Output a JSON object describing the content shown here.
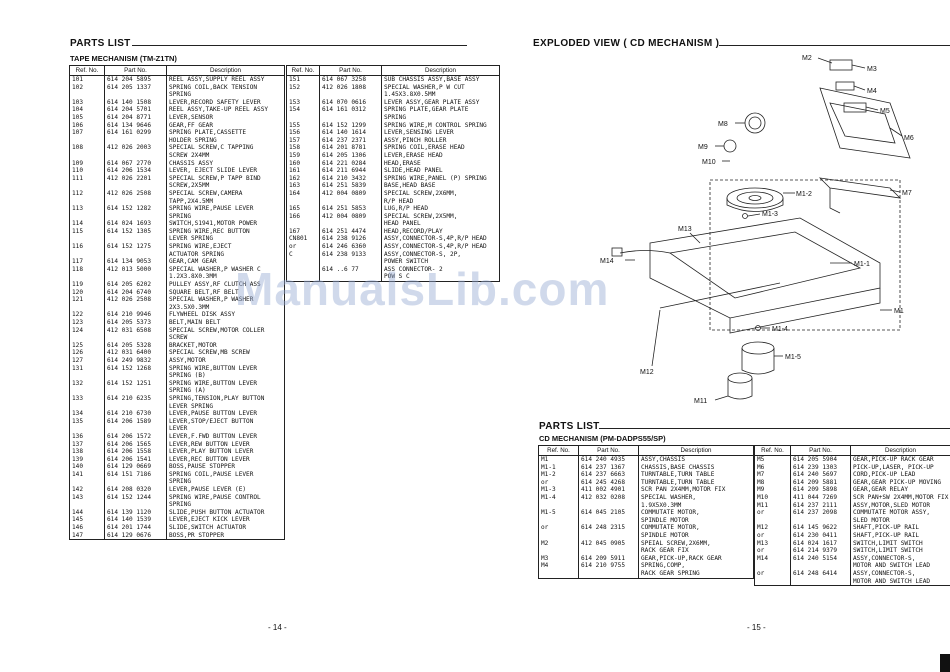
{
  "left_page": {
    "title": "PARTS LIST",
    "subtitle": "TAPE MECHANISM (TM-Z1TN)",
    "headers": [
      "Ref. No.",
      "Part No.",
      "Description"
    ],
    "col1": [
      [
        "101",
        "614 204 5895",
        "REEL ASSY,SUPPLY REEL ASSY"
      ],
      [
        "102",
        "614 205 1337",
        "SPRING COIL,BACK TENSION"
      ],
      [
        "",
        "",
        "SPRING"
      ],
      [
        "103",
        "614 140 1508",
        "LEVER,RECORD SAFETY LEVER"
      ],
      [
        "104",
        "614 204 5701",
        "REEL ASSY,TAKE-UP REEL ASSY"
      ],
      [
        "105",
        "614 204 8771",
        "LEVER,SENSOR"
      ],
      [
        "106",
        "614 134 9646",
        "GEAR,FF GEAR"
      ],
      [
        "107",
        "614 161 0299",
        "SPRING PLATE,CASSETTE"
      ],
      [
        "",
        "",
        "HOLDER SPRING"
      ],
      [
        "108",
        "412 026 2003",
        "SPECIAL SCREW,C TAPPING"
      ],
      [
        "",
        "",
        "SCREW 2X4MM"
      ],
      [
        "109",
        "614 067 2770",
        "CHASSIS ASSY"
      ],
      [
        "110",
        "614 206 1534",
        "LEVER, EJECT SLIDE LEVER"
      ],
      [
        "111",
        "412 026 2201",
        "SPECIAL SCREW,P TAPP BIND"
      ],
      [
        "",
        "",
        "SCREW,2X5MM"
      ],
      [
        "112",
        "412 026 2508",
        "SPECIAL SCREW,CAMERA"
      ],
      [
        "",
        "",
        "TAPP,2X4.5MM"
      ],
      [
        "113",
        "614 152 1282",
        "SPRING WIRE,PAUSE LEVER"
      ],
      [
        "",
        "",
        "SPRING"
      ],
      [
        "114",
        "614 024 1693",
        "SWITCH,S1941,MOTOR POWER"
      ],
      [
        "115",
        "614 152 1305",
        "SPRING WIRE,REC BUTTON"
      ],
      [
        "",
        "",
        "LEVER SPRING"
      ],
      [
        "116",
        "614 152 1275",
        "SPRING WIRE,EJECT"
      ],
      [
        "",
        "",
        "ACTUATOR SPRING"
      ],
      [
        "117",
        "614 134 9053",
        "GEAR,CAM GEAR"
      ],
      [
        "118",
        "412 013 5000",
        "SPECIAL WASHER,P WASHER C"
      ],
      [
        "",
        "",
        "1.2X3.8X0.3MM"
      ],
      [
        "119",
        "614 205 6202",
        "PULLEY ASSY,RF CLUTCH ASS"
      ],
      [
        "120",
        "614 204 6740",
        "SQUARE BELT,RF BELT"
      ],
      [
        "121",
        "412 026 2508",
        "SPECIAL WASHER,P WASHER"
      ],
      [
        "",
        "",
        "2X3.5X0.3MM"
      ],
      [
        "122",
        "614 210 9946",
        "FLYWHEEL DISK ASSY"
      ],
      [
        "123",
        "614 205 5373",
        "BELT,MAIN BELT"
      ],
      [
        "124",
        "412 031 6508",
        "SPECIAL SCREW,MOTOR COLLER"
      ],
      [
        "",
        "",
        "SCREW"
      ],
      [
        "125",
        "614 205 5328",
        "BRACKET,MOTOR"
      ],
      [
        "126",
        "412 031 6400",
        "SPECIAL SCREW,MB SCREW"
      ],
      [
        "127",
        "614 249 9832",
        "ASSY,MOTOR"
      ],
      [
        "131",
        "614 152 1268",
        "SPRING WIRE,BUTTON LEVER"
      ],
      [
        "",
        "",
        "SPRING (B)"
      ],
      [
        "132",
        "614 152 1251",
        "SPRING WIRE,BUTTON LEVER"
      ],
      [
        "",
        "",
        "SPRING (A)"
      ],
      [
        "133",
        "614 210 6235",
        "SPRING,TENSION,PLAY BUTTON"
      ],
      [
        "",
        "",
        "LEVER SPRING"
      ],
      [
        "134",
        "614 210 6730",
        "LEVER,PAUSE BUTTON LEVER"
      ],
      [
        "135",
        "614 206 1589",
        "LEVER,STOP/EJECT BUTTON"
      ],
      [
        "",
        "",
        "LEVER"
      ],
      [
        "136",
        "614 206 1572",
        "LEVER,F.FWD BUTTON LEVER"
      ],
      [
        "137",
        "614 206 1565",
        "LEVER,REW BUTTON LEVER"
      ],
      [
        "138",
        "614 206 1558",
        "LEVER,PLAY BUTTON LEVER"
      ],
      [
        "139",
        "614 206 1541",
        "LEVER,REC BUTTON LEVER"
      ],
      [
        "140",
        "614 129 0669",
        "BOSS,PAUSE STOPPER"
      ],
      [
        "141",
        "614 151 7186",
        "SPRING COIL,PAUSE LEVER"
      ],
      [
        "",
        "",
        "SPRING"
      ],
      [
        "142",
        "614 208 0320",
        "LEVER,PAUSE LEVER (E)"
      ],
      [
        "143",
        "614 152 1244",
        "SPRING WIRE,PAUSE CONTROL"
      ],
      [
        "",
        "",
        "SPRING"
      ],
      [
        "144",
        "614 139 1120",
        "SLIDE,PUSH BUTTON ACTUATOR"
      ],
      [
        "145",
        "614 140 1539",
        "LEVER,EJECT KICK LEVER"
      ],
      [
        "146",
        "614 201 1744",
        "SLIDE,SWITCH ACTUATOR"
      ],
      [
        "147",
        "614 129 0676",
        "BOSS,PR STOPPER"
      ]
    ],
    "col2": [
      [
        "151",
        "614 067 3258",
        "SUB CHASSIS ASSY,BASE ASSY"
      ],
      [
        "152",
        "412 026 1808",
        "SPECIAL WASHER,P W CUT"
      ],
      [
        "",
        "",
        "1.45X3.8X0.5MM"
      ],
      [
        "153",
        "614 070 0616",
        "LEVER ASSY,GEAR PLATE ASSY"
      ],
      [
        "154",
        "614 161 0312",
        "SPRING PLATE,GEAR PLATE"
      ],
      [
        "",
        "",
        "SPRING"
      ],
      [
        "155",
        "614 152 1299",
        "SPRING WIRE,M CONTROL SPRING"
      ],
      [
        "156",
        "614 140 1614",
        "LEVER,SENSING LEVER"
      ],
      [
        "157",
        "614 237 2371",
        "ASSY,PINCH ROLLER"
      ],
      [
        "158",
        "614 201 8781",
        "SPRING COIL,ERASE HEAD"
      ],
      [
        "159",
        "614 205 1306",
        "LEVER,ERASE HEAD"
      ],
      [
        "160",
        "614 221 0284",
        "HEAD,ERASE"
      ],
      [
        "161",
        "614 211 6944",
        "SLIDE,HEAD PANEL"
      ],
      [
        "162",
        "614 210 3432",
        "SPRING WIRE,PANEL (P) SPRING"
      ],
      [
        "163",
        "614 251 5839",
        "BASE,HEAD BASE"
      ],
      [
        "164",
        "412 004 0809",
        "SPECIAL SCREW,2X6MM,"
      ],
      [
        "",
        "",
        "R/P HEAD"
      ],
      [
        "165",
        "614 251 5853",
        "LUG,R/P HEAD"
      ],
      [
        "166",
        "412 004 0809",
        "SPECIAL SCREW,2X5MM,"
      ],
      [
        "",
        "",
        "HEAD PANEL"
      ],
      [
        "167",
        "614 251 4474",
        "HEAD,RECORD/PLAY"
      ],
      [
        "CN801",
        "614 238 9126",
        "ASSY,CONNECTOR-S,4P,R/P HEAD"
      ],
      [
        "or",
        "614 246 6360",
        "ASSY,CONNECTOR-S,4P,R/P HEAD"
      ],
      [
        "C",
        "614 238 9133",
        "ASSY,CONNECTOR-S, 2P,"
      ],
      [
        "",
        "",
        "POWER SWITCH"
      ],
      [
        "",
        "614 ..6 77",
        "ASS CONNECTOR- 2"
      ],
      [
        "",
        "",
        "POW  S  C"
      ]
    ],
    "page_number": "- 14 -"
  },
  "right_page": {
    "title": "EXPLODED VIEW ( CD MECHANISM )",
    "parts_title": "PARTS LIST",
    "subtitle": "CD MECHANISM (PM-DADPS55/SP)",
    "headers": [
      "Ref. No.",
      "Part No.",
      "Description"
    ],
    "col1": [
      [
        "M1",
        "614 240 4935",
        "ASSY,CHASSIS"
      ],
      [
        "M1-1",
        "614 237 1367",
        "CHASSIS,BASE CHASSIS"
      ],
      [
        "M1-2",
        "614 237 6663",
        "TURNTABLE,TURN TABLE"
      ],
      [
        "or",
        "614 245 4268",
        "TURNTABLE,TURN TABLE"
      ],
      [
        "M1-3",
        "411 002 4901",
        "SCR PAN 2X4MM,MOTOR FIX"
      ],
      [
        "M1-4",
        "412 032 0208",
        "SPECIAL WASHER,"
      ],
      [
        "",
        "",
        "1.9X5X0.3MM"
      ],
      [
        "M1-5",
        "614 045 2105",
        "COMMUTATE MOTOR,"
      ],
      [
        "",
        "",
        "SPINDLE MOTOR"
      ],
      [
        "or",
        "614 248 2315",
        "COMMUTATE MOTOR,"
      ],
      [
        "",
        "",
        "SPINDLE MOTOR"
      ],
      [
        "M2",
        "412 045 0905",
        "SPEIAL SCREW,2X6MM,"
      ],
      [
        "",
        "",
        "RACK GEAR FIX"
      ],
      [
        "M3",
        "614 209 5911",
        "GEAR,PICK-UP,RACK GEAR"
      ],
      [
        "M4",
        "614 210 9755",
        "SPRING,COMP,"
      ],
      [
        "",
        "",
        "RACK GEAR SPRING"
      ]
    ],
    "col2": [
      [
        "M5",
        "614 205 5904",
        "GEAR,PICK-UP RACK GEAR"
      ],
      [
        "M6",
        "614 239 1303",
        "PICK-UP,LASER, PICK-UP"
      ],
      [
        "M7",
        "614 240 5697",
        "CORD,PICK-UP LEAD"
      ],
      [
        "M8",
        "614 209 5881",
        "GEAR,GEAR PICK-UP MOVING"
      ],
      [
        "M9",
        "614 209 5898",
        "GEAR,GEAR RELAY"
      ],
      [
        "M10",
        "411 044 7269",
        "SCR PAN+SW 2X4MM,MOTOR FIX"
      ],
      [
        "M11",
        "614 237 2111",
        "ASSY,MOTOR,SLED MOTOR"
      ],
      [
        "or",
        "614 237 2098",
        "COMMUTATE MOTOR ASSY,"
      ],
      [
        "",
        "",
        "SLED MOTOR"
      ],
      [
        "M12",
        "614 145 9622",
        "SHAFT,PICK-UP RAIL"
      ],
      [
        "or",
        "614 230 0411",
        "SHAFT,PICK-UP RAIL"
      ],
      [
        "M13",
        "614 024 1617",
        "SWITCH,LIMIT SWITCH"
      ],
      [
        "or",
        "614 214 9379",
        "SWITCH,LIMIT SWITCH"
      ],
      [
        "M14",
        "614 240 5154",
        "ASSY,CONNECTOR-S,"
      ],
      [
        "",
        "",
        "MOTOR AND SWITCH LEAD"
      ],
      [
        "or",
        "614 248 6414",
        "ASSY,CONNECTOR-S,"
      ],
      [
        "",
        "",
        "MOTOR AND SWITCH LEAD"
      ]
    ],
    "page_number": "- 15 -",
    "diagram_labels": [
      "M2",
      "M3",
      "M4",
      "M5",
      "M6",
      "M7",
      "M8",
      "M9",
      "M10",
      "M1-2",
      "M1-3",
      "M13",
      "M14",
      "M1-1",
      "M1",
      "M1-4",
      "M1-5",
      "M12",
      "M11"
    ]
  },
  "watermark": "ManualsLib.com"
}
